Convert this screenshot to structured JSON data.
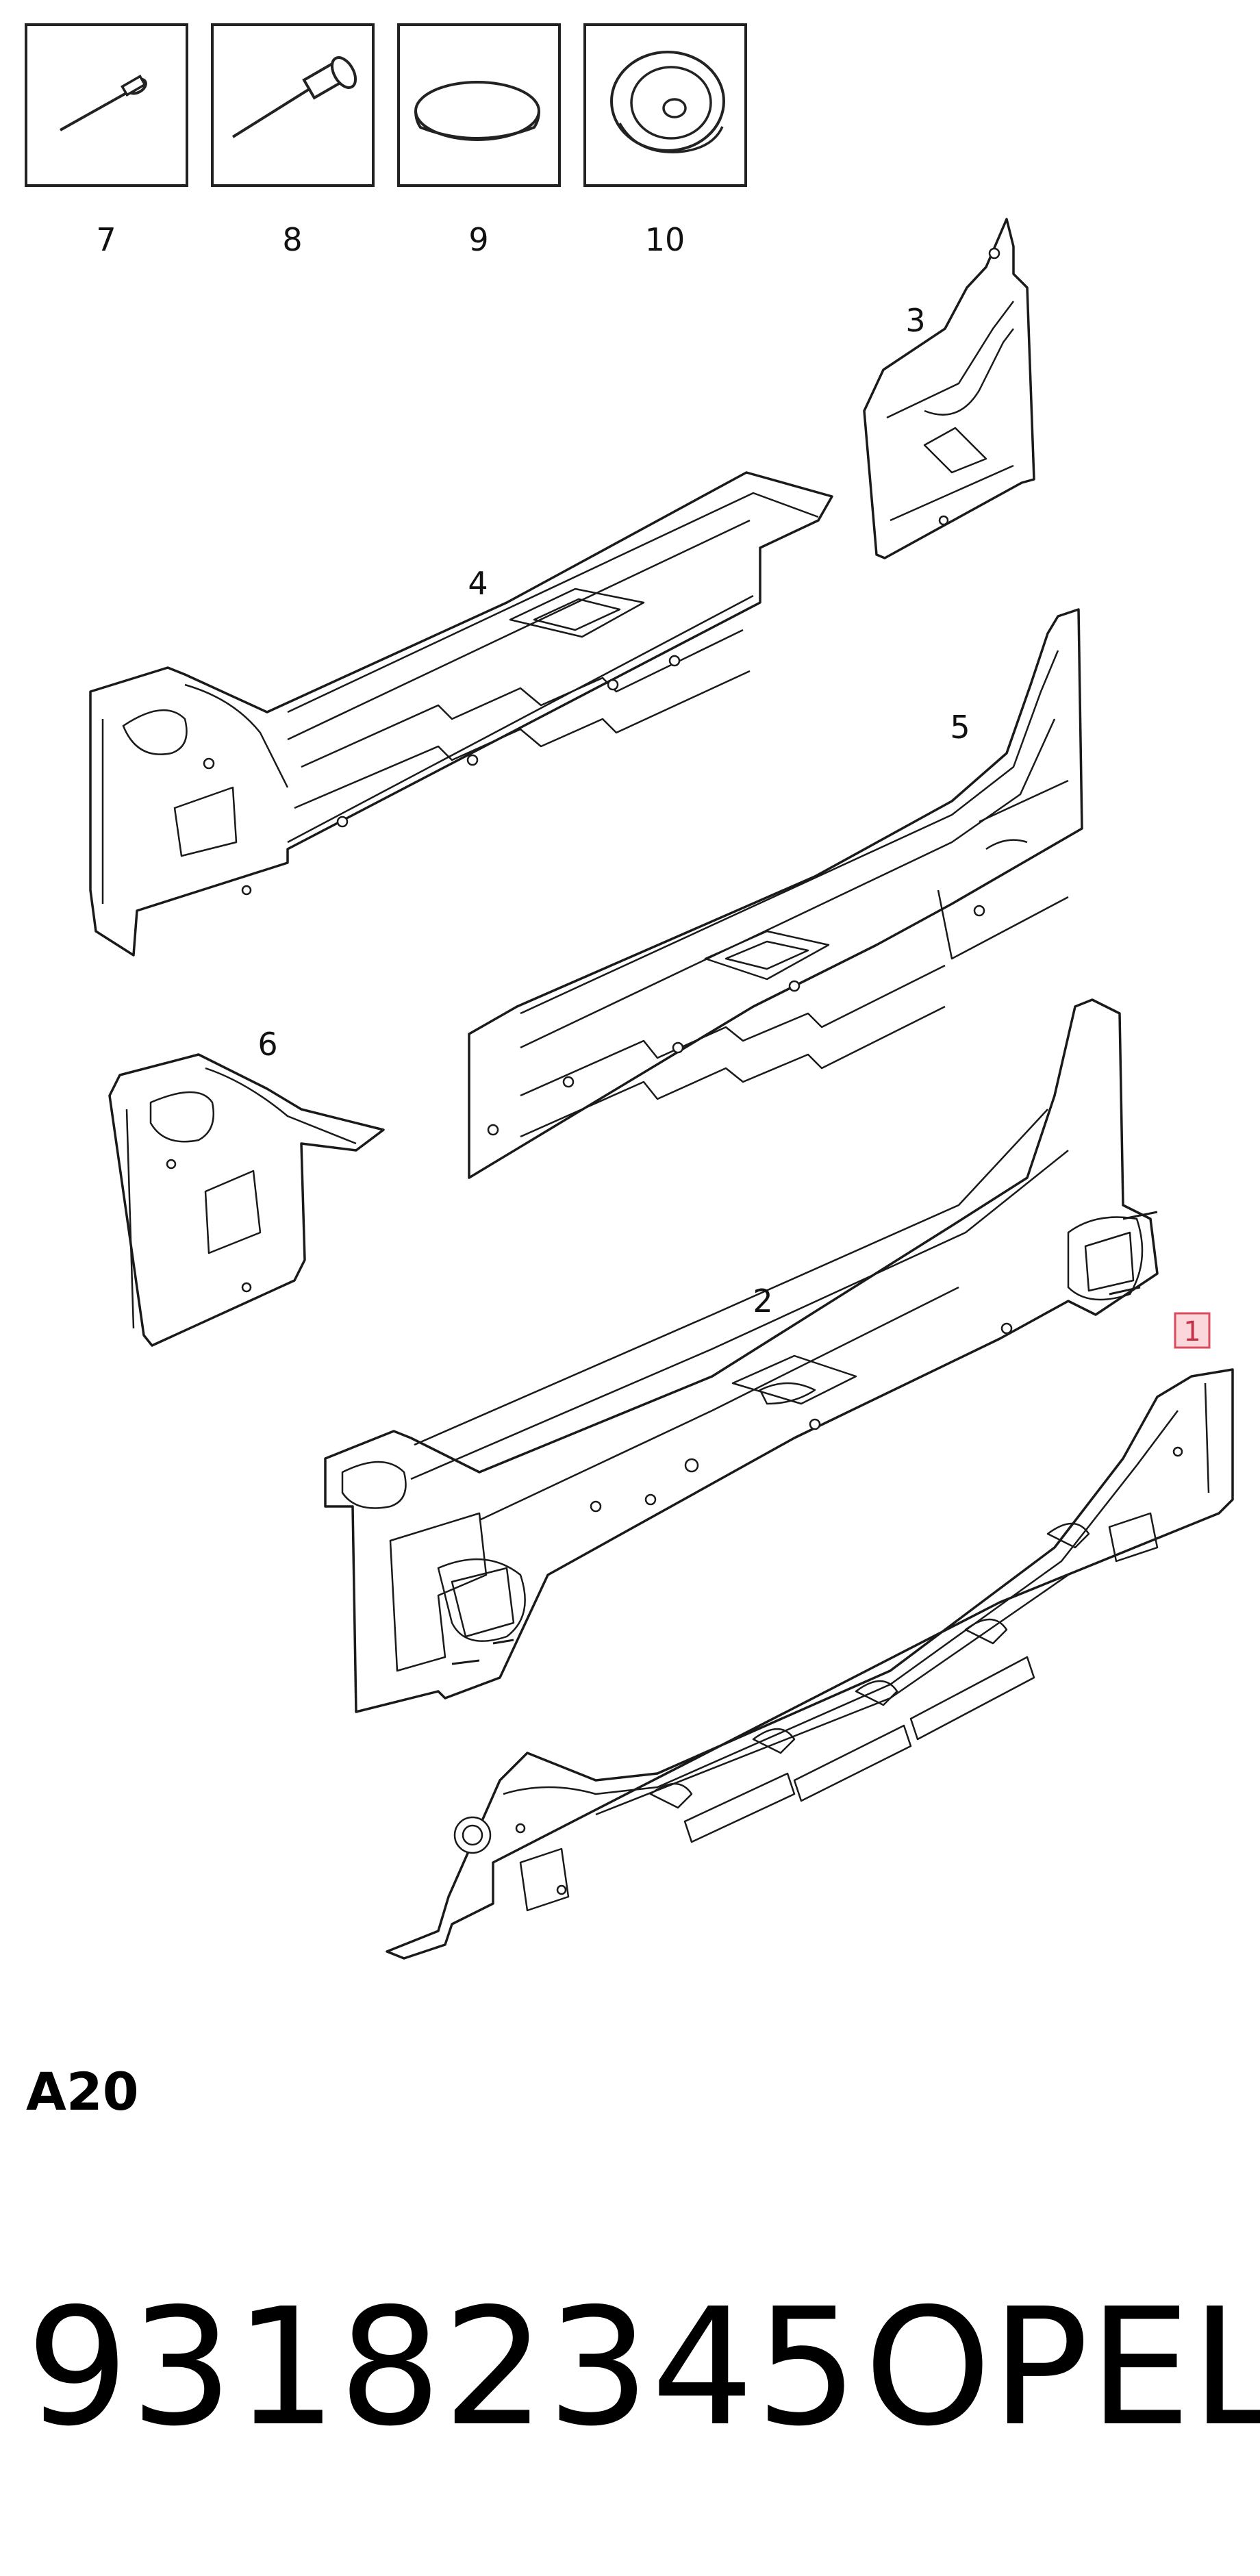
{
  "thumbnails": [
    {
      "label": "7",
      "icon": "rivet-small-icon"
    },
    {
      "label": "8",
      "icon": "rivet-large-icon"
    },
    {
      "label": "9",
      "icon": "disc-plug-icon"
    },
    {
      "label": "10",
      "icon": "grommet-plug-icon"
    }
  ],
  "callouts": {
    "p1": "1",
    "p2": "2",
    "p3": "3",
    "p4": "4",
    "p5": "5",
    "p6": "6"
  },
  "section_code": "A20",
  "part_number": "93182345",
  "brand": "OPEL",
  "colors": {
    "highlight_fill": "#fbd7db",
    "highlight_stroke": "#d94c5e",
    "line": "#1a1a1a"
  }
}
